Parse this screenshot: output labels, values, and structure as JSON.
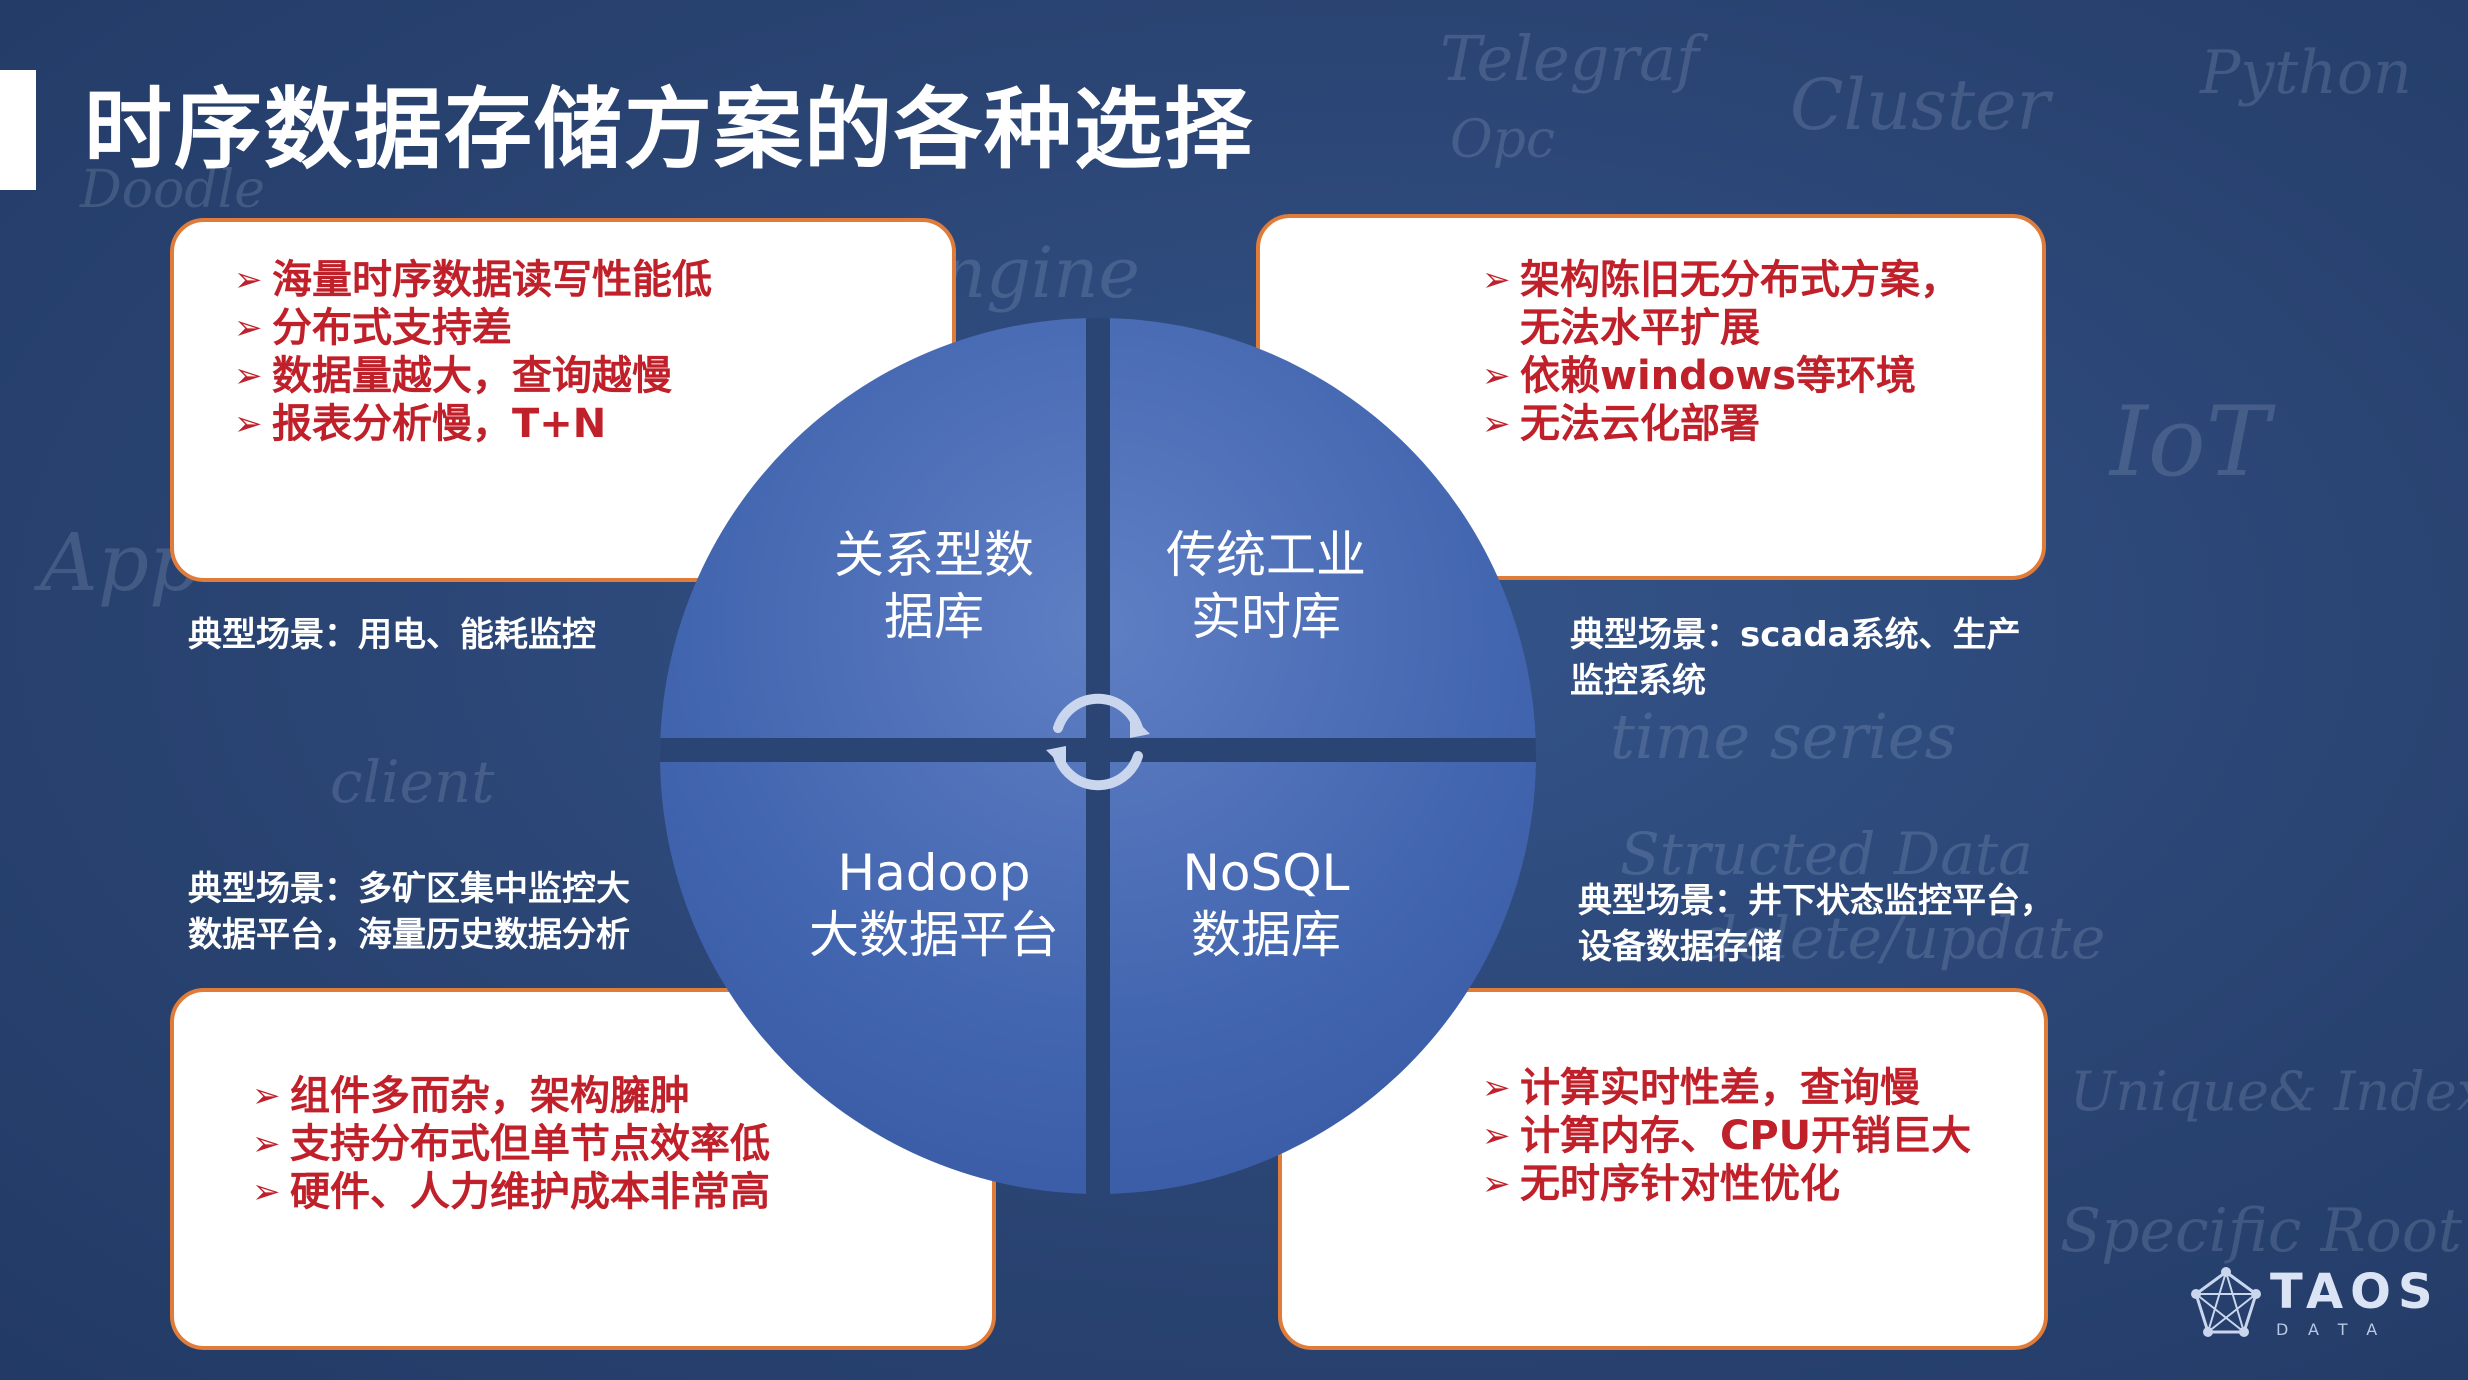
{
  "slide": {
    "title": "时序数据存储方案的各种选择"
  },
  "quadrants": {
    "top_left": {
      "label": "关系型数\n据库"
    },
    "top_right": {
      "label": "传统工业\n实时库"
    },
    "bottom_left": {
      "label": "Hadoop\n大数据平台"
    },
    "bottom_right": {
      "label": "NoSQL\n数据库"
    }
  },
  "boxes": {
    "top_left": {
      "points": [
        "海量时序数据读写性能低",
        "分布式支持差",
        "数据量越大，查询越慢",
        "报表分析慢，T+N"
      ]
    },
    "top_right": {
      "points": [
        "架构陈旧无分布式方案，\n无法水平扩展",
        "依赖windows等环境",
        "无法云化部署"
      ]
    },
    "bottom_left": {
      "points": [
        "组件多而杂，架构臃肿",
        "支持分布式但单节点效率低",
        "硬件、人力维护成本非常高"
      ]
    },
    "bottom_right": {
      "points": [
        "计算实时性差，查询慢",
        "计算内存、CPU开销巨大",
        "无时序针对性优化"
      ]
    }
  },
  "bullet_glyph": "➢",
  "scenarios": {
    "top_left": "典型场景：用电、能耗监控",
    "top_right": "典型场景：scada系统、生产\n监控系统",
    "bottom_left": "典型场景：多矿区集中监控大\n数据平台，海量历史数据分析",
    "bottom_right": "典型场景：井下状态监控平台，\n设备数据存储"
  },
  "background_doodles": [
    "Telegraf",
    "Cluster",
    "Python",
    "IoT",
    "Opc",
    "time series",
    "Structed Data",
    "delete/update",
    "Unique& Index",
    "client",
    "App",
    "Specific Root",
    "Engine",
    "Doodle"
  ],
  "logo": {
    "name": "TAOS",
    "sub": "DATA"
  },
  "icons": {
    "cycle": "refresh-cycle-icon",
    "logo": "taos-network-logo-icon"
  },
  "colors": {
    "background": "#2a4473",
    "circle": "#4366b0",
    "box_border": "#e07c3a",
    "point_text": "#c0202a",
    "title": "#ffffff"
  }
}
